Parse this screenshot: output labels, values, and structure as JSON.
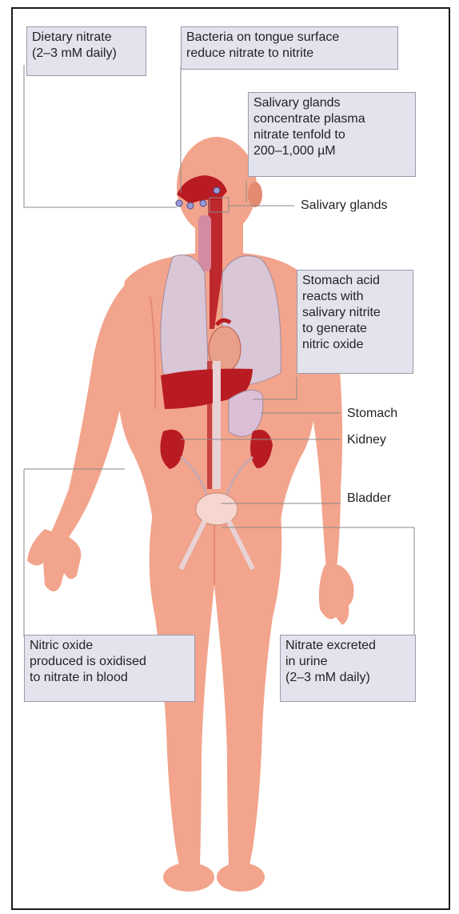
{
  "callouts": {
    "dietary": "Dietary nitrate\n(2–3 mM daily)",
    "bacteria": "Bacteria on tongue surface\nreduce nitrate to nitrite",
    "salivary_concentrate": "Salivary glands\nconcentrate plasma\nnitrate tenfold to\n200–1,000 µM",
    "stomach_acid": "Stomach acid\nreacts with\nsalivary nitrite\nto generate\nnitric oxide",
    "nitric_oxide": "Nitric oxide\nproduced is oxidised\nto nitrate in blood",
    "excreted": "Nitrate excreted\nin urine\n(2–3 mM daily)"
  },
  "labels": {
    "salivary_glands": "Salivary glands",
    "stomach": "Stomach",
    "kidney": "Kidney",
    "bladder": "Bladder"
  },
  "colors": {
    "skin": "#f2a48c",
    "skin_shadow": "#e48a72",
    "organ_red": "#b81c22",
    "lung": "#d9c6d6",
    "stomach": "#dcbfd6",
    "callout_bg": "#e3e3ee"
  }
}
